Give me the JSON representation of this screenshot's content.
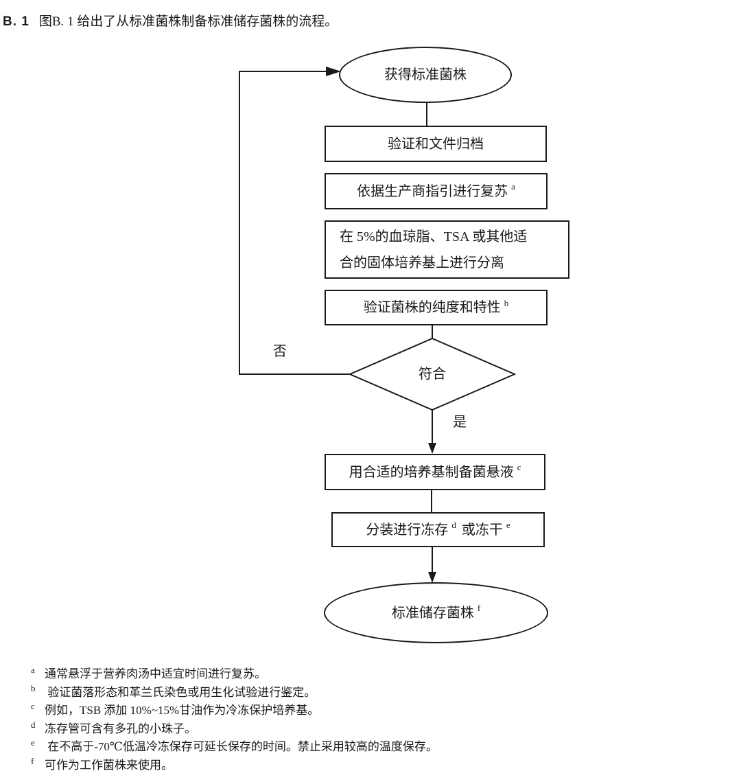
{
  "heading": {
    "clause": "B. 1",
    "text": "图B. 1 给出了从标准菌株制备标准储存菌株的流程。"
  },
  "flowchart": {
    "colors": {
      "line": "#1a1a1a",
      "node_fill": "#ffffff",
      "text": "#1a1a1a"
    },
    "nodes": {
      "start": {
        "label": "获得标准菌株"
      },
      "step1": {
        "label": "验证和文件归档"
      },
      "step2": {
        "label": "依据生产商指引进行复苏",
        "sup": "a"
      },
      "step3": {
        "line1": "在 5%的血琼脂、TSA 或其他适",
        "line2": "合的固体培养基上进行分离"
      },
      "step4": {
        "label": "验证菌株的纯度和特性",
        "sup": "b"
      },
      "decision": {
        "label": "符合",
        "no_label": "否",
        "yes_label": "是"
      },
      "step5": {
        "label": "用合适的培养基制备菌悬液",
        "sup": "c"
      },
      "step6": {
        "part1": "分装进行冻存",
        "sup1": "d",
        "part2": "或冻干",
        "sup2": "e"
      },
      "end": {
        "label": "标准储存菌株",
        "sup": "f"
      }
    }
  },
  "footnotes": [
    {
      "sup": "a",
      "text": "通常悬浮于营养肉汤中适宜时间进行复苏。"
    },
    {
      "sup": "b",
      "text": " 验证菌落形态和革兰氏染色或用生化试验进行鉴定。"
    },
    {
      "sup": "c",
      "text": "例如，TSB 添加 10%~15%甘油作为冷冻保护培养基。"
    },
    {
      "sup": "d",
      "text": "冻存管可含有多孔的小珠子。"
    },
    {
      "sup": "e",
      "text": " 在不高于-70℃低温冷冻保存可延长保存的时间。禁止采用较高的温度保存。"
    },
    {
      "sup": "f",
      "text": "可作为工作菌株来使用。"
    }
  ]
}
